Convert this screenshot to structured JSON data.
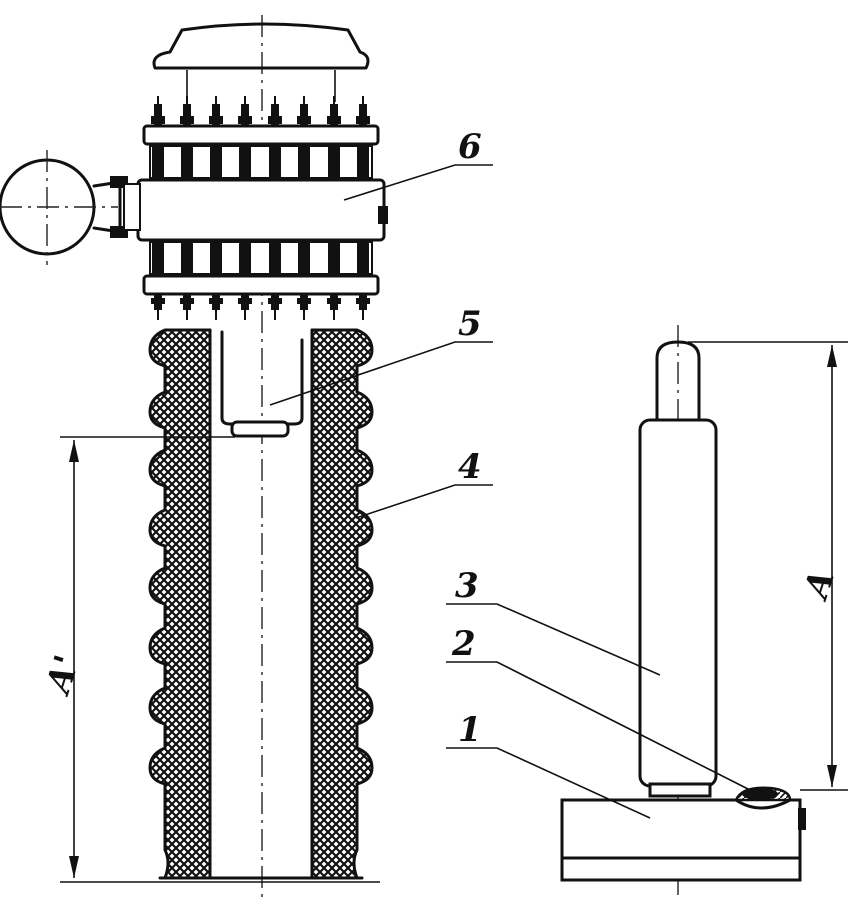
{
  "labels": {
    "l1": "1",
    "l2": "2",
    "l3": "3",
    "l4": "4",
    "l5": "5",
    "l6": "6",
    "dim_a": "A",
    "dim_a_prime": "A'"
  },
  "colors": {
    "ink": "#111111",
    "paper": "#ffffff"
  }
}
